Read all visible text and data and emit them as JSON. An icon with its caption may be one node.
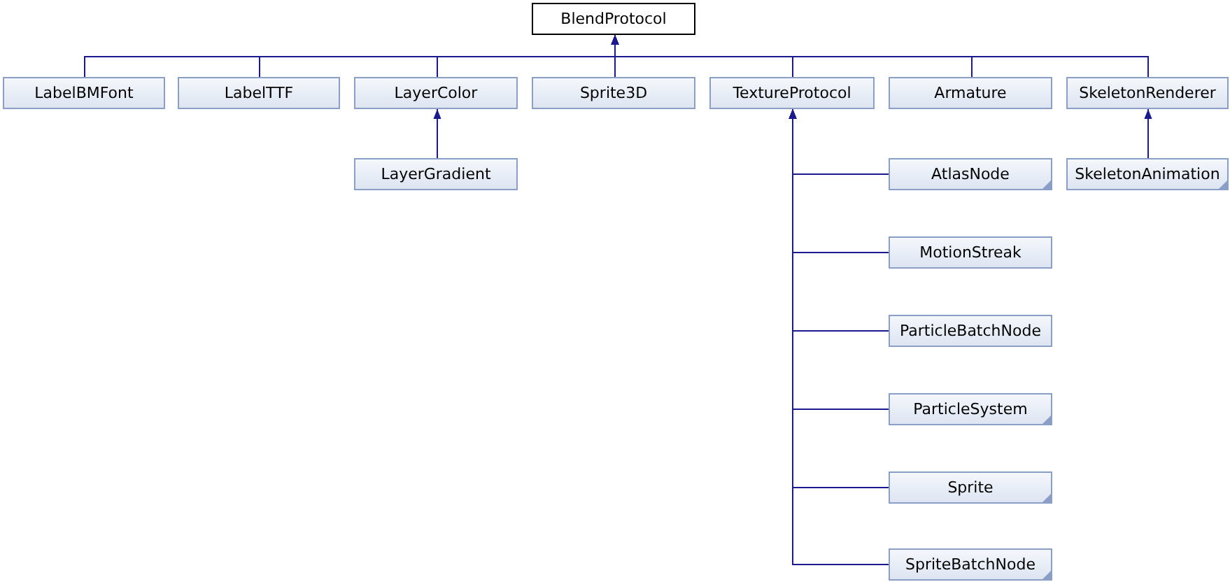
{
  "diagram": {
    "nodes": [
      {
        "text": [
          "BlendProtocol"
        ]
      },
      {
        "text": [
          "LabelBMFont"
        ]
      },
      {
        "text": [
          "LabelTTF"
        ]
      },
      {
        "text": [
          "LayerColor"
        ]
      },
      {
        "text": [
          "Sprite3D"
        ]
      },
      {
        "text": [
          "TextureProtocol"
        ]
      },
      {
        "text": [
          "Armature"
        ]
      },
      {
        "text": [
          "SkeletonRenderer"
        ]
      },
      {
        "text": [
          "LayerGradient"
        ]
      },
      {
        "text": [
          "AtlasNode"
        ]
      },
      {
        "text": [
          "SkeletonAnimation"
        ]
      },
      {
        "text": [
          "MotionStreak"
        ]
      },
      {
        "text": [
          "ParticleBatchNode"
        ]
      },
      {
        "text": [
          "ParticleSystem"
        ]
      },
      {
        "text": [
          "Sprite"
        ]
      },
      {
        "text": [
          "SpriteBatchNode"
        ]
      }
    ],
    "edges": [
      {
        "from": 1,
        "to": 0,
        "arrow": "to"
      },
      {
        "from": 2,
        "to": 0,
        "arrow": "to"
      },
      {
        "from": 3,
        "to": 0,
        "arrow": "to"
      },
      {
        "from": 4,
        "to": 0,
        "arrow": "to"
      },
      {
        "from": 5,
        "to": 0,
        "arrow": "to"
      },
      {
        "from": 6,
        "to": 0,
        "arrow": "to"
      },
      {
        "from": 7,
        "to": 0,
        "arrow": "to"
      },
      {
        "from": 8,
        "to": 3,
        "arrow": "to"
      },
      {
        "from": 9,
        "to": 5,
        "arrow": "to"
      },
      {
        "from": 10,
        "to": 7,
        "arrow": "to"
      },
      {
        "from": 11,
        "to": 5,
        "arrow": "to"
      },
      {
        "from": 12,
        "to": 5,
        "arrow": "to"
      },
      {
        "from": 13,
        "to": 5,
        "arrow": "to"
      },
      {
        "from": 14,
        "to": 5,
        "arrow": "to"
      },
      {
        "from": 15,
        "to": 5,
        "arrow": "to"
      }
    ]
  }
}
